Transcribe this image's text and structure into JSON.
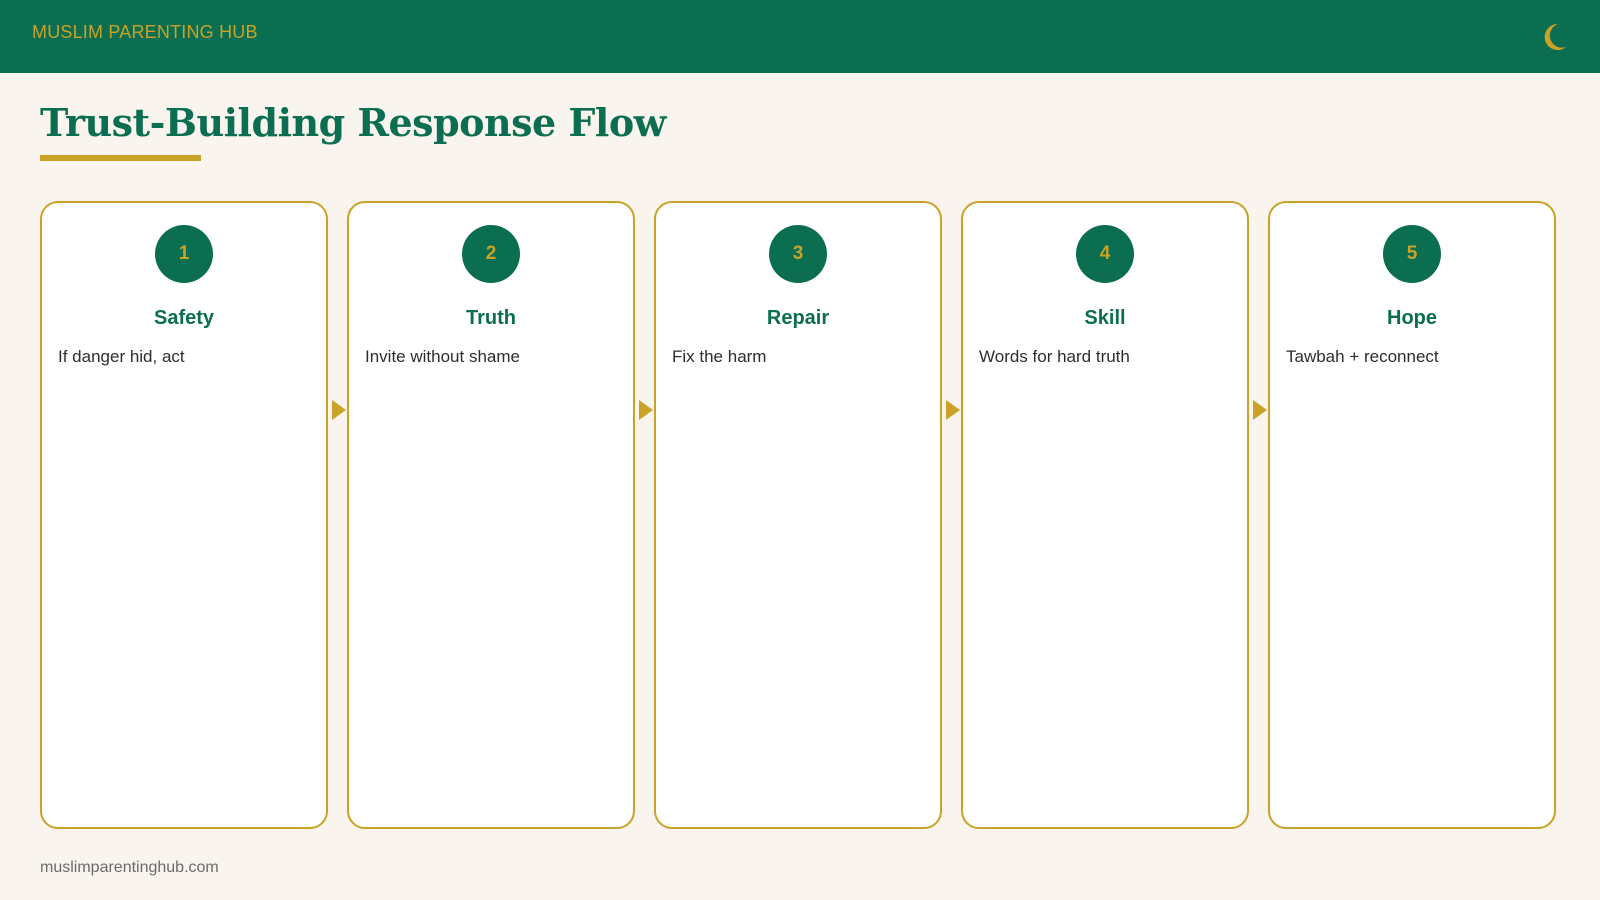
{
  "header": {
    "brand": "MUSLIM PARENTING HUB",
    "icon": "crescent-moon-icon",
    "background_color": "#0c6e50",
    "accent_color": "#c9a227"
  },
  "page": {
    "title": "Trust-Building Response Flow"
  },
  "flow": {
    "steps": [
      {
        "number": "1",
        "title": "Safety",
        "description": "If danger hid, act"
      },
      {
        "number": "2",
        "title": "Truth",
        "description": "Invite without shame"
      },
      {
        "number": "3",
        "title": "Repair",
        "description": "Fix the harm"
      },
      {
        "number": "4",
        "title": "Skill",
        "description": "Words for hard truth"
      },
      {
        "number": "5",
        "title": "Hope",
        "description": "Tawbah + reconnect"
      }
    ],
    "connector_icon": "triangle-arrow-right-icon"
  },
  "footer": {
    "url": "muslimparentinghub.com"
  }
}
